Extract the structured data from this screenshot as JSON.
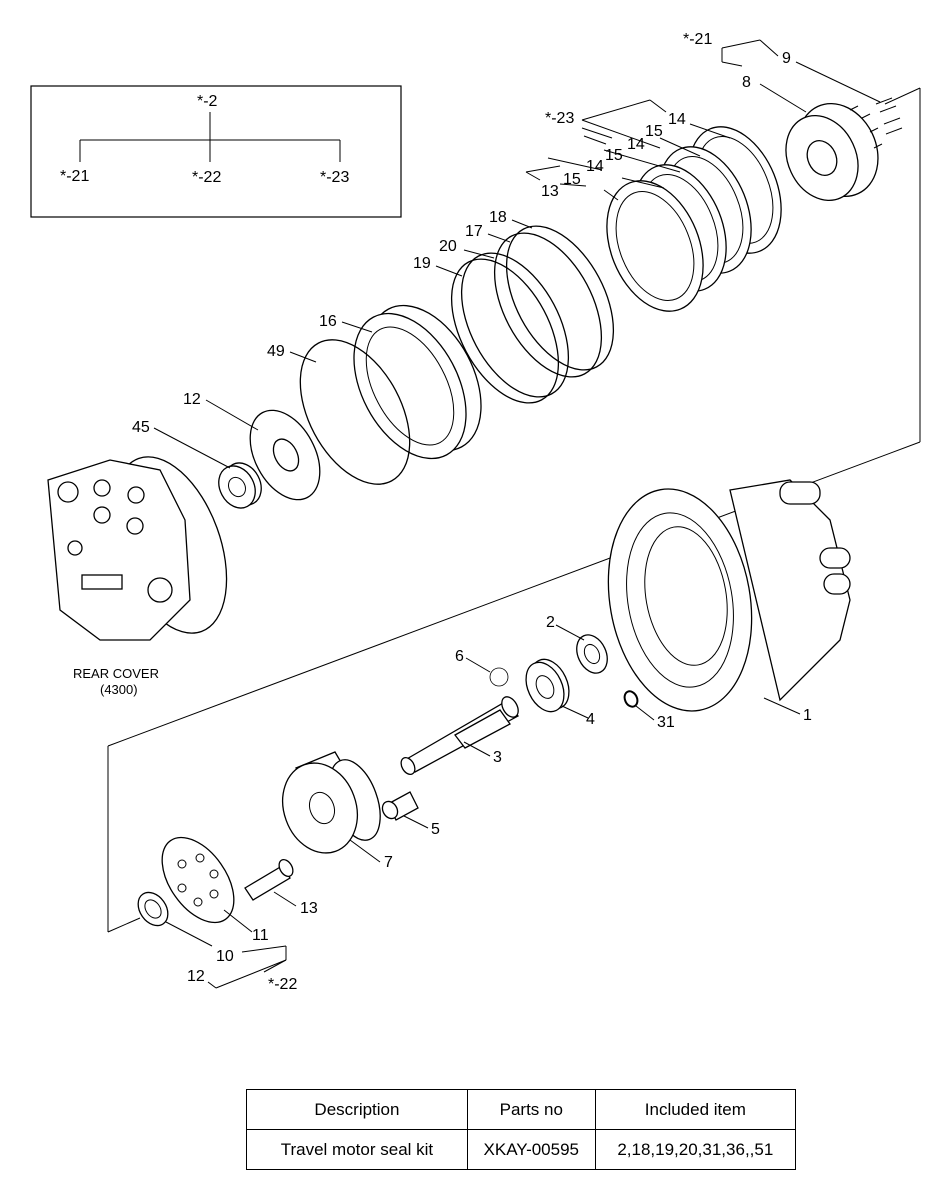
{
  "legend_box": {
    "top": "*-2",
    "children": [
      "*-21",
      "*-22",
      "*-23"
    ]
  },
  "callouts": {
    "c1": "1",
    "c2": "2",
    "c3": "3",
    "c4": "4",
    "c5": "5",
    "c6": "6",
    "c7": "7",
    "c8": "8",
    "c9": "9",
    "c10": "10",
    "c11": "11",
    "c12a": "12",
    "c12b": "12",
    "c13a": "13",
    "c13b": "13",
    "c14a": "14",
    "c14b": "14",
    "c14c": "14",
    "c15a": "15",
    "c15b": "15",
    "c15c": "15",
    "c16": "16",
    "c17": "17",
    "c18": "18",
    "c19": "19",
    "c20": "20",
    "c31": "31",
    "c45": "45",
    "c49": "49",
    "k21": "*-21",
    "k22": "*-22",
    "k23": "*-23"
  },
  "rear_cover": {
    "line1": "REAR COVER",
    "line2": "(4300)"
  },
  "kit_table": {
    "headers": [
      "Description",
      "Parts no",
      "Included item"
    ],
    "row": [
      "Travel motor seal kit",
      "XKAY-00595",
      "2,18,19,20,31,36,,51"
    ]
  }
}
